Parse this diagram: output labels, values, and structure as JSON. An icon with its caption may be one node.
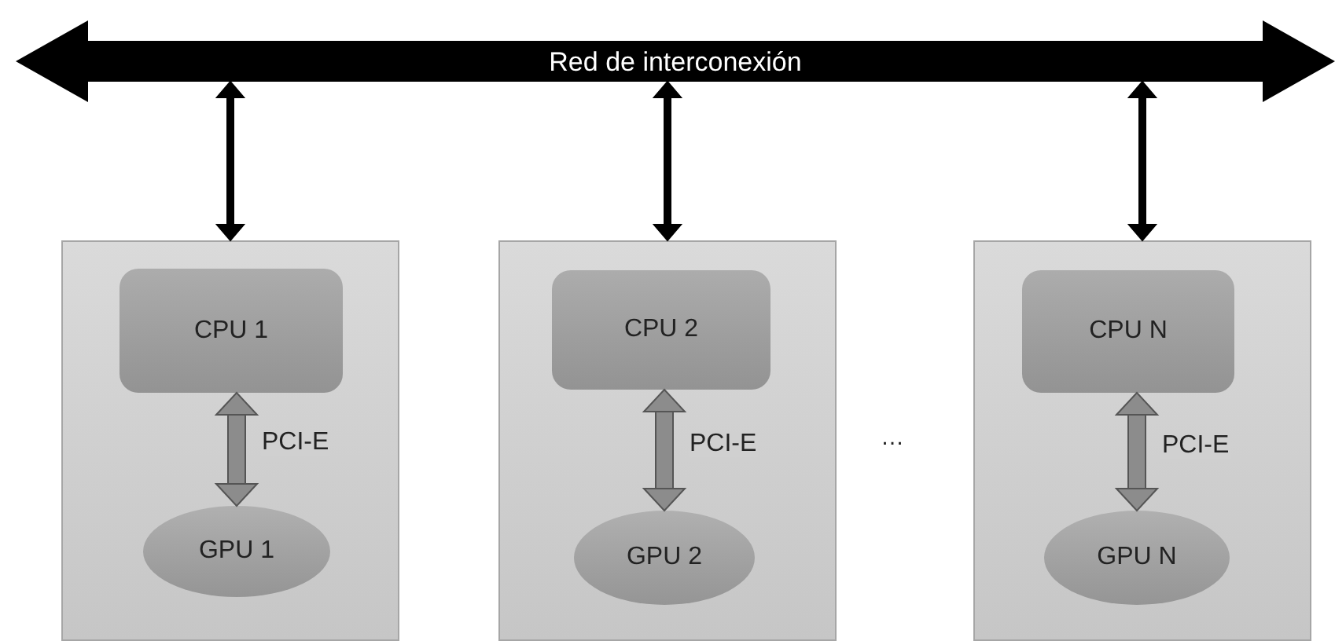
{
  "diagram": {
    "nodes": [
      {
        "text": [
          "Red de interconexión"
        ]
      },
      {
        "text": [],
        "shape": "box"
      },
      {
        "text": [
          "CPU 1"
        ],
        "in": 1
      },
      {
        "text": [
          "GPU 1"
        ],
        "in": 1
      },
      {
        "text": [],
        "shape": "box"
      },
      {
        "text": [
          "CPU 2"
        ],
        "in": 4
      },
      {
        "text": [
          "GPU 2"
        ],
        "in": 4
      },
      {
        "text": [],
        "shape": "box"
      },
      {
        "text": [
          "CPU N"
        ],
        "in": 7
      },
      {
        "text": [
          "GPU N"
        ],
        "in": 7
      }
    ],
    "edges": [
      {
        "from": 0,
        "to": 1,
        "arrow": "both"
      },
      {
        "from": 0,
        "to": 4,
        "arrow": "both"
      },
      {
        "from": 0,
        "to": 7,
        "arrow": "both"
      },
      {
        "from": 2,
        "to": 3,
        "arrow": "both",
        "label": "PCI-E",
        "style": "thick",
        "color": "#8c8c8c"
      },
      {
        "from": 5,
        "to": 6,
        "arrow": "both",
        "label": "PCI-E",
        "style": "thick",
        "color": "#8c8c8c"
      },
      {
        "from": 8,
        "to": 9,
        "arrow": "both",
        "label": "PCI-E",
        "style": "thick",
        "color": "#8c8c8c"
      }
    ],
    "labels": [
      "…"
    ]
  }
}
